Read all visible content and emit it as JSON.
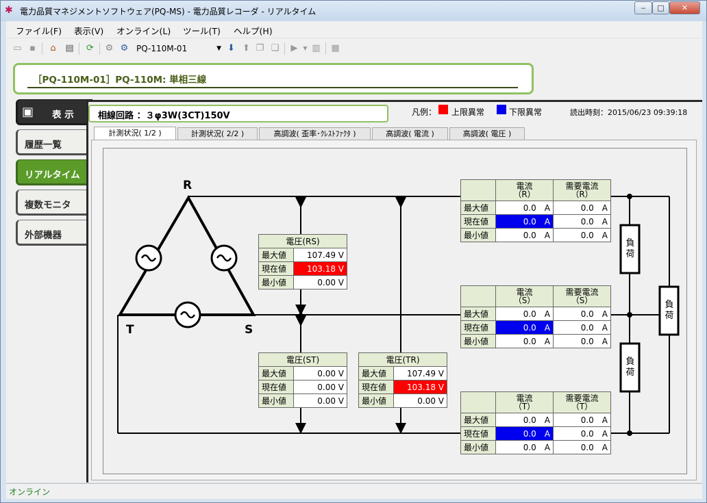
{
  "window": {
    "title": "電力品質マネジメントソフトウェア(PQ-MS) - 電力品質レコーダ - リアルタイム",
    "controls": {
      "minimize": "‒",
      "maximize": "□",
      "close": "✕"
    }
  },
  "menu": [
    {
      "label": "ファイル(F)"
    },
    {
      "label": "表示(V)"
    },
    {
      "label": "オンライン(L)"
    },
    {
      "label": "ツール(T)"
    },
    {
      "label": "ヘルプ(H)"
    }
  ],
  "toolbar": {
    "device": "PQ-110M-01"
  },
  "header": {
    "title": "［PQ-110M-01］PQ-110M: 単相三線"
  },
  "nav": [
    {
      "label": "表 示"
    },
    {
      "label": "履歴一覧"
    },
    {
      "label": "リアルタイム"
    },
    {
      "label": "複数モニタ"
    },
    {
      "label": "外部機器"
    }
  ],
  "circuit": {
    "label": "相線回路 ：３φ3W(3CT)150V"
  },
  "legend": {
    "title": "凡例：",
    "upper": "上限異常",
    "lower": "下限異常",
    "upper_color": "#ff0000",
    "lower_color": "#0000ee"
  },
  "read_time": "読出時刻：2015/06/23 09:39:18",
  "tabs": [
    {
      "label": "計測状況( 1/2 )"
    },
    {
      "label": "計測状況( 2/2 )"
    },
    {
      "label": "高調波( 歪率･ｸﾚｽﾄﾌｧｸﾀ )"
    },
    {
      "label": "高調波( 電流 )"
    },
    {
      "label": "高調波( 電圧 )"
    }
  ],
  "diagram": {
    "labels": {
      "R": "R",
      "S": "S",
      "T": "T"
    },
    "loads": [
      "負荷",
      "負荷",
      "負荷"
    ],
    "row_labels": {
      "max": "最大値",
      "current": "現在値",
      "min": "最小値"
    },
    "voltage_rs": {
      "title": "電圧(RS)",
      "max": "107.49 V",
      "current": "103.18 V",
      "min": "0.00 V"
    },
    "voltage_st": {
      "title": "電圧(ST)",
      "max": "0.00 V",
      "current": "0.00 V",
      "min": "0.00 V"
    },
    "voltage_tr": {
      "title": "電圧(TR)",
      "max": "107.49 V",
      "current": "103.18 V",
      "min": "0.00 V"
    },
    "current_r": {
      "h1": "電流",
      "h1b": "（R）",
      "h2": "需要電流",
      "h2b": "（R）",
      "max": "0.0　A",
      "current": "0.0　A",
      "min": "0.0　A",
      "dmax": "0.0　A",
      "dcurrent": "0.0　A",
      "dmin": "0.0　A"
    },
    "current_s": {
      "h1": "電流",
      "h1b": "（S）",
      "h2": "需要電流",
      "h2b": "（S）",
      "max": "0.0　A",
      "current": "0.0　A",
      "min": "0.0　A",
      "dmax": "0.0　A",
      "dcurrent": "0.0　A",
      "dmin": "0.0　A"
    },
    "current_t": {
      "h1": "電流",
      "h1b": "（T）",
      "h2": "需要電流",
      "h2b": "（T）",
      "max": "0.0　A",
      "current": "0.0　A",
      "min": "0.0　A",
      "dmax": "0.0　A",
      "dcurrent": "0.0　A",
      "dmin": "0.0　A"
    }
  },
  "status": {
    "text": "オンライン"
  }
}
